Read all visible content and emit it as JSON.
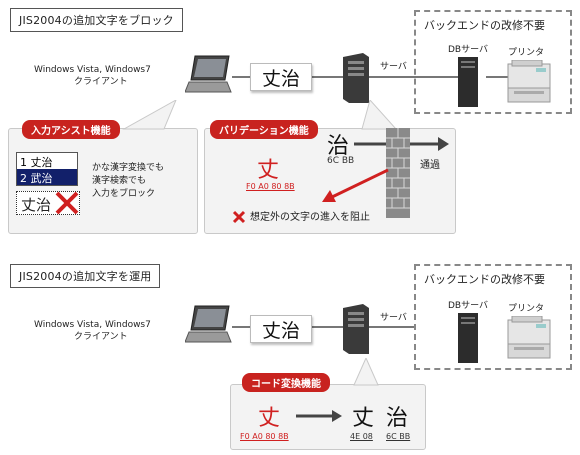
{
  "top": {
    "title": "JIS2004の追加文字をブロック",
    "backend_title": "バックエンドの改修不要",
    "server_label": "サーバ",
    "db_label": "DBサーバ",
    "printer_label": "プリンタ",
    "client_line1": "Windows Vista, Windows7",
    "client_line2": "クライアント",
    "card_text": "丈治",
    "assist": {
      "tag": "入力アシスト機能",
      "items": [
        "1 丈治",
        "2 武治"
      ],
      "wrong": "丈治",
      "desc1": "かな漢字変換でも",
      "desc2": "漢字検索でも",
      "desc3": "入力をブロック"
    },
    "validation": {
      "tag": "バリデーション機能",
      "ok_char": "治",
      "ok_code": "6C BB",
      "pass": "通過",
      "bad_char": "丈",
      "bad_code": "F0 A0 80 8B",
      "block": "想定外の文字の進入を阻止"
    }
  },
  "bottom": {
    "title": "JIS2004の追加文字を運用",
    "backend_title": "バックエンドの改修不要",
    "server_label": "サーバ",
    "db_label": "DBサーバ",
    "printer_label": "プリンタ",
    "client_line1": "Windows Vista, Windows7",
    "client_line2": "クライアント",
    "card_text": "丈治",
    "conversion": {
      "tag": "コード変換機能",
      "src_char": "丈",
      "src_code": "F0 A0 80 8B",
      "dst_char1": "丈",
      "dst_char2": "治",
      "dst_code1": "4E 08",
      "dst_code2": "6C BB"
    }
  },
  "colors": {
    "accent": "#c8231f",
    "panel": "#f3f3f3",
    "line": "#777777"
  }
}
